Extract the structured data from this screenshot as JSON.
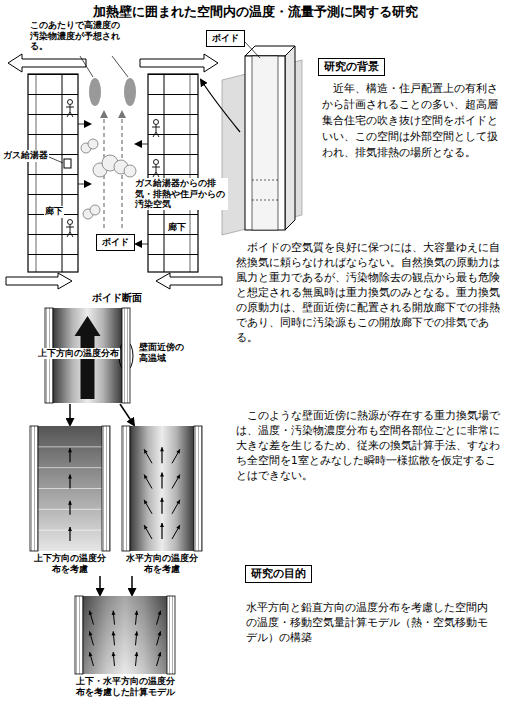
{
  "diagram": {
    "title": "加熱壁に囲まれた空間内の温度・流量予測に関する研究",
    "nodes": [
      {
        "text": [
          "ボイド"
        ]
      },
      {
        "text": [
          "研究の背景"
        ]
      },
      {
        "text": [
          "ボイド"
        ]
      },
      {
        "text": [
          "上下方向の温度分布",
          "壁面近傍の高温域"
        ]
      },
      {
        "text": [
          "上下方向の温度分布を考慮"
        ]
      },
      {
        "text": [
          "水平方向の温度分布を考慮"
        ]
      },
      {
        "text": [
          "上下・水平方向の温度分布を考慮した計算モデル"
        ]
      },
      {
        "text": [
          "研究の目的"
        ]
      }
    ],
    "edges": [
      {
        "from": 3,
        "to": 4,
        "arrow": "to"
      },
      {
        "from": 3,
        "to": 5,
        "arrow": "to"
      },
      {
        "from": 4,
        "to": 6,
        "arrow": "to"
      },
      {
        "from": 5,
        "to": 6,
        "arrow": "to"
      }
    ],
    "labels": [
      "このあたりで高濃度の汚染物濃度が予想される。",
      "ガス給湯器",
      "ガス給湯器からの排気・排熱や住戸からの汚染空気",
      "廊下",
      "廊下",
      "ボイド断面",
      "近年、構造・住戸配置上の有利さから計画されることの多い、超高層集合住宅の吹き抜け空間をボイドといい、この空間は外部空間として扱われ、排気排熱の場所となる。",
      "ボイドの空気質を良好に保つには、大容量ゆえに自然換気に頼らなければならない。自然換気の原動力は風力と重力であるが、汚染物除去の観点から最も危険と想定される無風時は重力換気のみとなる。重力換気の原動力は、壁面近傍に配置される開放廊下での排熱であり、同時に汚染源もこの開放廊下での排気である。",
      "このような壁面近傍に熱源が存在する重力換気場では、温度・汚染物濃度分布も空間各部位ごとに非常に大きな差を生じるため、従来の換気計算手法、すなわち全空間を1室とみなした瞬時一様拡散を仮定することはできない。",
      "水平方向と鉛直方向の温度分布を考慮した空間内の温度・移動空気量計算モデル（熱・空気移動モデル）の構築"
    ]
  }
}
